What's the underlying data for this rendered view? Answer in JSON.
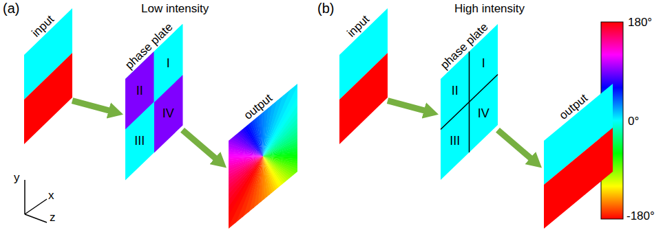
{
  "diagram": {
    "nodes": [
      {
        "text": [
          "input"
        ]
      },
      {
        "text": [
          "phase plate"
        ]
      },
      {
        "text": [
          "I"
        ],
        "in": 1
      },
      {
        "text": [
          "II"
        ],
        "in": 1
      },
      {
        "text": [
          "III"
        ],
        "in": 1
      },
      {
        "text": [
          "IV"
        ],
        "in": 1
      },
      {
        "text": [
          "output"
        ]
      },
      {
        "text": [
          "input"
        ]
      },
      {
        "text": [
          "phase plate"
        ]
      },
      {
        "text": [
          "I"
        ],
        "in": 8
      },
      {
        "text": [
          "II"
        ],
        "in": 8
      },
      {
        "text": [
          "III"
        ],
        "in": 8
      },
      {
        "text": [
          "IV"
        ],
        "in": 8
      },
      {
        "text": [
          "output"
        ]
      }
    ],
    "edges": [
      {
        "from": 0,
        "to": 1,
        "arrow": "to"
      },
      {
        "from": 1,
        "to": 6,
        "arrow": "to"
      },
      {
        "from": 7,
        "to": 8,
        "arrow": "to"
      },
      {
        "from": 8,
        "to": 13,
        "arrow": "to"
      }
    ],
    "labels": [
      "(a)",
      "Low intensity",
      "(b)",
      "High intensity",
      "180°",
      "0°",
      "-180°",
      "y",
      "x",
      "z"
    ]
  }
}
